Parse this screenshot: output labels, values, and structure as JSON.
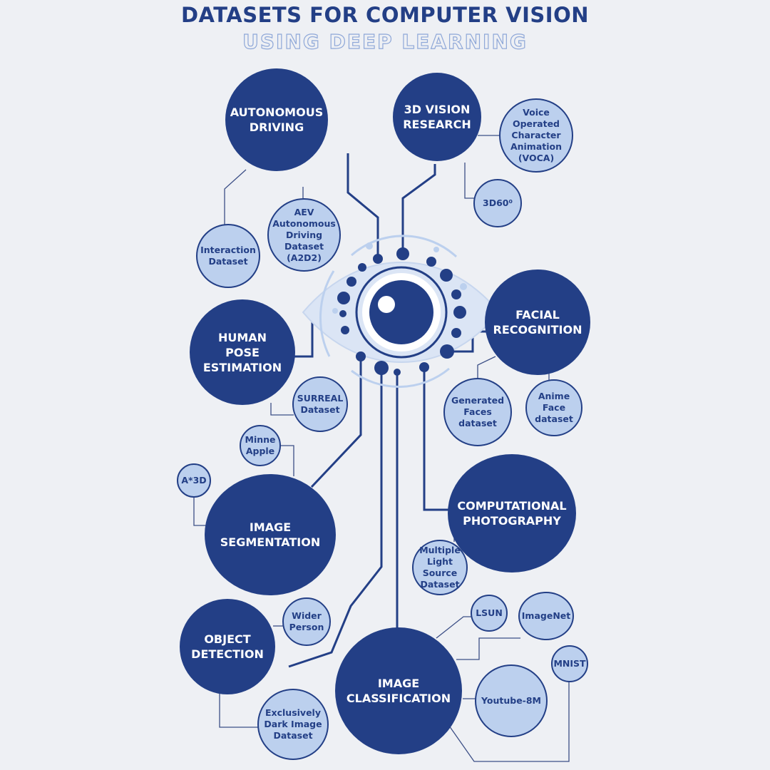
{
  "title": "DATASETS FOR COMPUTER VISION",
  "subtitle": "USING DEEP LEARNING",
  "colors": {
    "dark_blue": "#233f86",
    "light_blue": "#bcd0ee",
    "background": "#eef0f4"
  },
  "categories": {
    "autonomous_driving": "AUTONOMOUS\nDRIVING",
    "vision_3d": "3D VISION\nRESEARCH",
    "facial_recognition": "FACIAL\nRECOGNITION",
    "human_pose": "HUMAN\nPOSE\nESTIMATION",
    "image_segmentation": "IMAGE\nSEGMENTATION",
    "computational_photography": "COMPUTATIONAL\nPHOTOGRAPHY",
    "object_detection": "OBJECT\nDETECTION",
    "image_classification": "IMAGE\nCLASSIFICATION"
  },
  "datasets": {
    "interaction": "Interaction\nDataset",
    "aev": "AEV\nAutonomous\nDriving\nDataset\n(A2D2)",
    "voca": "Voice\nOperated\nCharacter\nAnimation\n(VOCA)",
    "d3d60": "3D60⁰",
    "surreal": "SURREAL\nDataset",
    "generated_faces": "Generated\nFaces\ndataset",
    "anime_face": "Anime\nFace\ndataset",
    "minne_apple": "Minne\nApple",
    "a3d": "A*3D",
    "multiple_light": "Multiple\nLight\nSource\nDataset",
    "wider_person": "Wider\nPerson",
    "lsun": "LSUN",
    "imagenet": "ImageNet",
    "mnist": "MNIST",
    "youtube_8m": "Youtube-8M",
    "exclusively_dark": "Exclusively\nDark Image\nDataset"
  }
}
